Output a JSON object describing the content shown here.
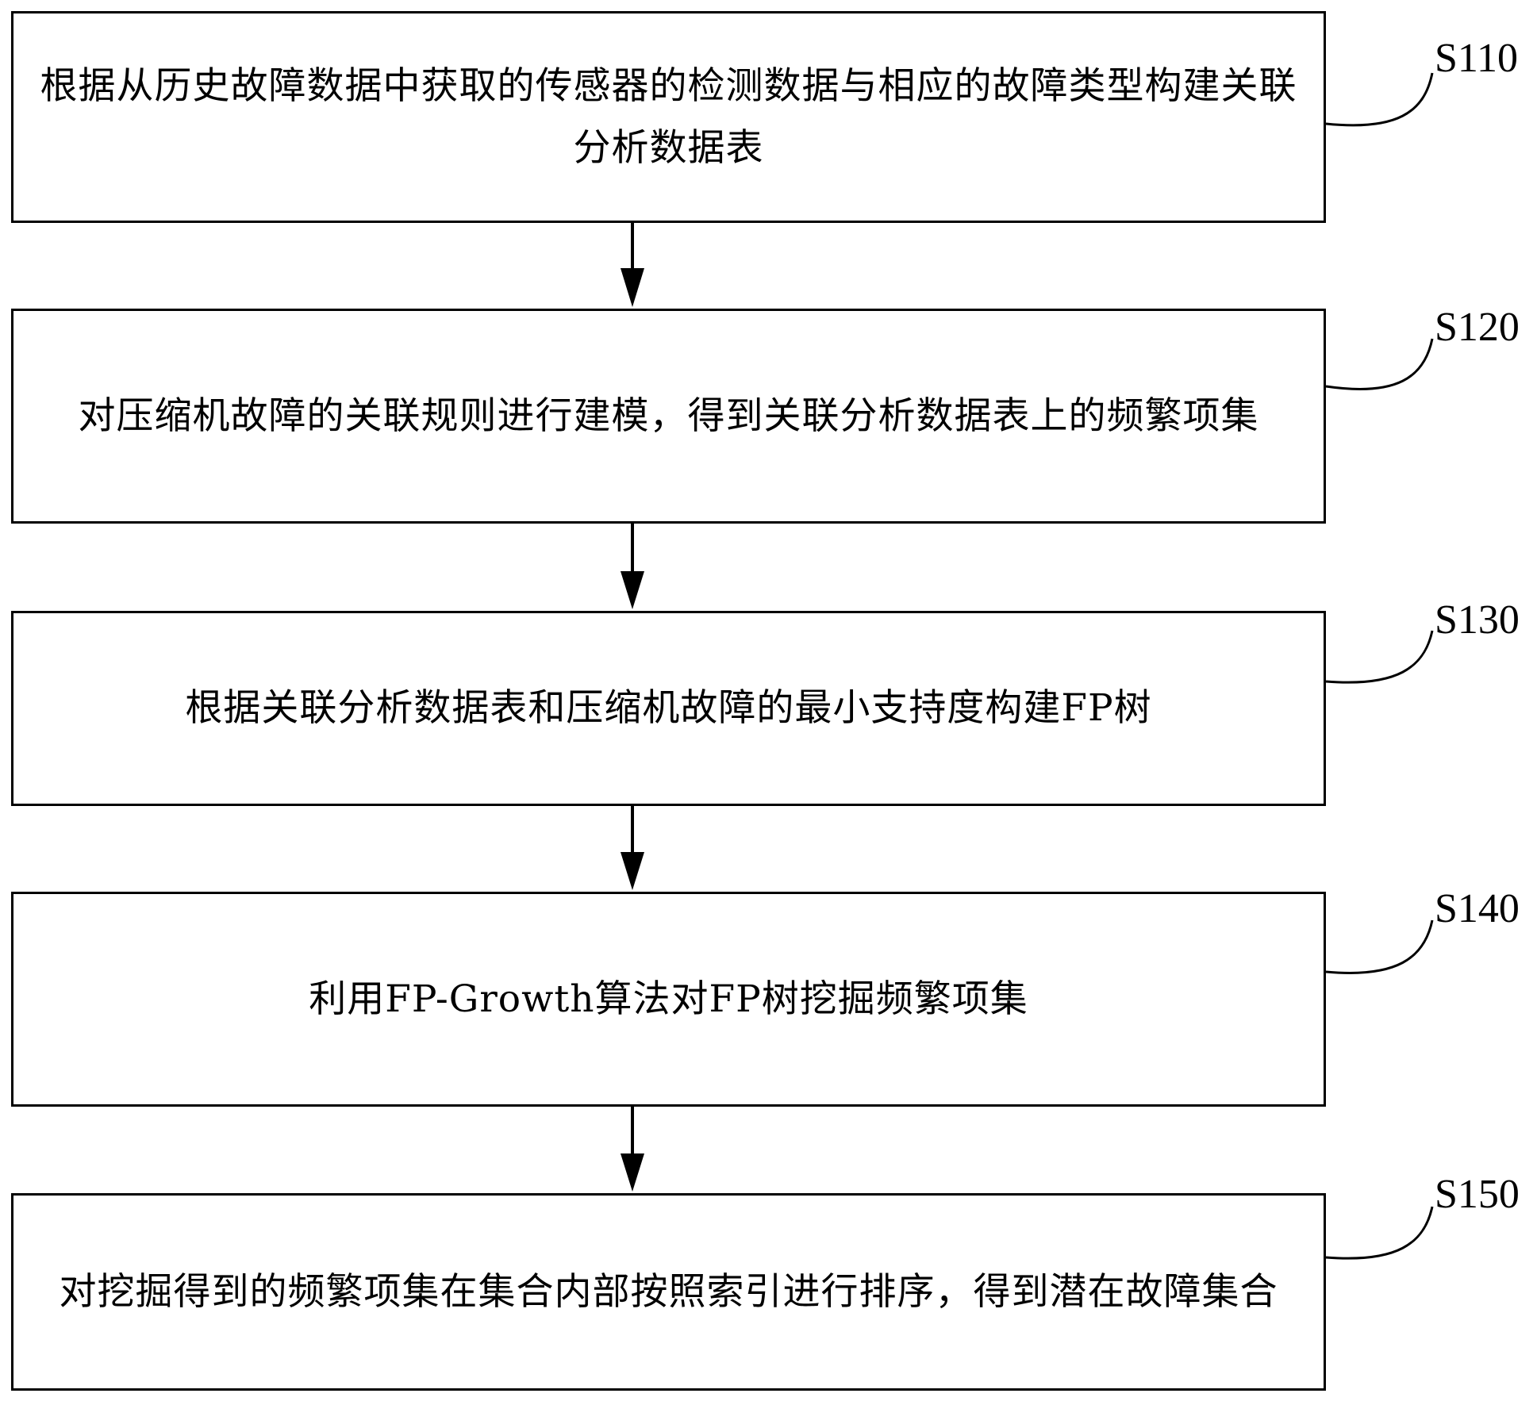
{
  "steps": [
    {
      "id": "S110",
      "text": "根据从历史故障数据中获取的传感器的检测数据与相应的故障类型构建关联分析数据表"
    },
    {
      "id": "S120",
      "text": "对压缩机故障的关联规则进行建模，得到关联分析数据表上的频繁项集"
    },
    {
      "id": "S130",
      "text": "根据关联分析数据表和压缩机故障的最小支持度构建FP树"
    },
    {
      "id": "S140",
      "text": "利用FP-Growth算法对FP树挖掘频繁项集"
    },
    {
      "id": "S150",
      "text": "对挖掘得到的频繁项集在集合内部按照索引进行排序，得到潜在故障集合"
    }
  ]
}
